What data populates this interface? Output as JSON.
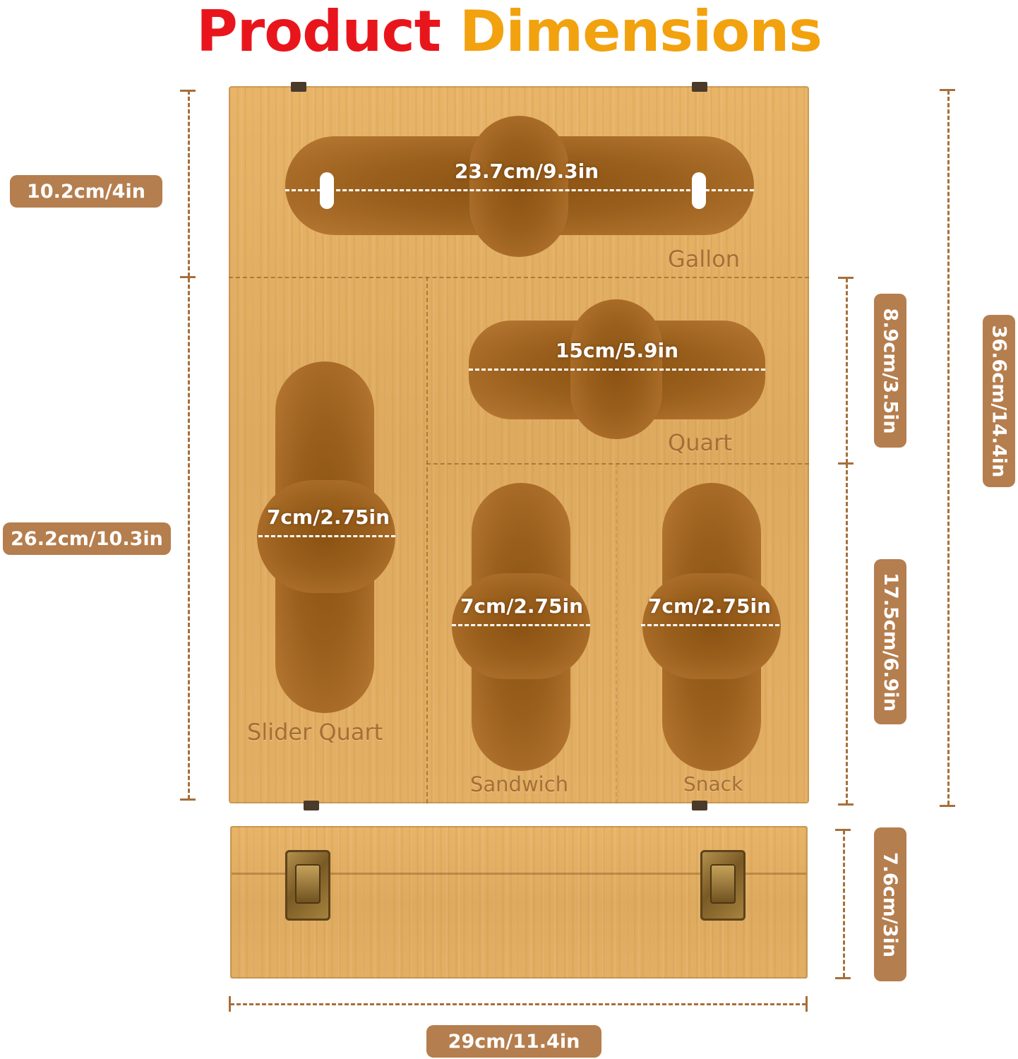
{
  "title": {
    "word1": "Product",
    "word2": "Dimensions"
  },
  "colors": {
    "title_red": "#e8161c",
    "title_orange": "#f2a20f",
    "pill": "#b57e4e",
    "wood": "#deaa5f"
  },
  "labels": {
    "gallon_height": "10.2cm/4in",
    "lower_height": "26.2cm/10.3in",
    "quart_height": "8.9cm/3.5in",
    "lower_right_height": "17.5cm/6.9in",
    "total_height": "36.6cm/14.4in",
    "box_height": "7.6cm/3in",
    "total_width": "29cm/11.4in"
  },
  "slots": {
    "gallon": {
      "name": "Gallon",
      "width": "23.7cm/9.3in"
    },
    "quart": {
      "name": "Quart",
      "width": "15cm/5.9in"
    },
    "slider_quart": {
      "name": "Slider Quart",
      "width": "7cm/2.75in"
    },
    "sandwich": {
      "name": "Sandwich",
      "width": "7cm/2.75in"
    },
    "snack": {
      "name": "Snack",
      "width": "7cm/2.75in"
    }
  }
}
